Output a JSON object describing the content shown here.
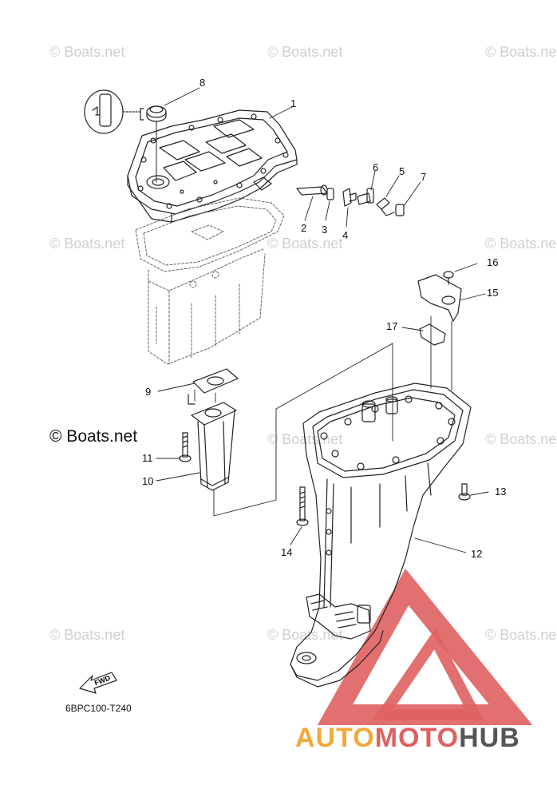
{
  "watermark": "© Boats.net",
  "copyright": "© Boats.net",
  "diagram_code": "6BPC100-T240",
  "fwd_label": "FWD",
  "logo": {
    "part1": "AUTO",
    "part2": "MOTO",
    "part3": "HUB"
  },
  "part_numbers": [
    "1",
    "2",
    "3",
    "4",
    "5",
    "6",
    "7",
    "8",
    "9",
    "10",
    "11",
    "12",
    "13",
    "14",
    "15",
    "16",
    "17"
  ],
  "colors": {
    "line": "#222222",
    "watermark": "#cfcfcf",
    "logo_red": "#e06060",
    "logo_orange": "#f2a93b",
    "logo_gray": "#555555"
  }
}
